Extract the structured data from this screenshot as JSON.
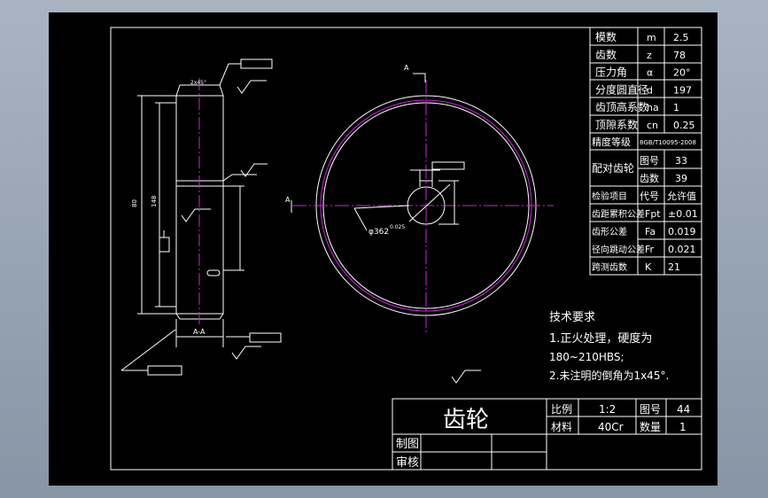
{
  "params": [
    {
      "name": "模数",
      "sym": "m",
      "val": "2.5"
    },
    {
      "name": "齿数",
      "sym": "z",
      "val": "78"
    },
    {
      "name": "压力角",
      "sym": "α",
      "val": "20°"
    },
    {
      "name": "分度圆直径",
      "sym": "d",
      "val": "197"
    },
    {
      "name": "齿顶高系数",
      "sym": "ha",
      "val": "1"
    },
    {
      "name": "顶隙系数",
      "sym": "cn",
      "val": "0.25"
    }
  ],
  "accuracy": {
    "label": "精度等级",
    "val": "8GB/T10095-2008"
  },
  "mating": {
    "label": "配对齿轮",
    "r1_sym": "图号",
    "r1_val": "33",
    "r2_sym": "齿数",
    "r2_val": "39"
  },
  "inspection": {
    "header": {
      "label": "检验项目",
      "sym": "代号",
      "val": "允许值"
    },
    "rows": [
      {
        "label": "齿距累积公差",
        "sym": "Fpt",
        "val": "±0.01"
      },
      {
        "label": "齿形公差",
        "sym": "Fa",
        "val": "0.019"
      },
      {
        "label": "径向跳动公差",
        "sym": "Fr",
        "val": "0.021"
      },
      {
        "label": "跨测齿数",
        "sym": "K",
        "val": "21"
      }
    ]
  },
  "notes": {
    "title": "技术要求",
    "line1": "1.正火处理，硬度为",
    "line2": "180~210HBS;",
    "line3": "2.未注明的倒角为1x45°."
  },
  "title_block": {
    "name": "齿轮",
    "scale_label": "比例",
    "scale": "1:2",
    "drawing_no_label": "图号",
    "drawing_no": "44",
    "material_label": "材料",
    "material": "40Cr",
    "qty_label": "数量",
    "qty": "1",
    "drawn_label": "制图",
    "checked_label": "审核"
  },
  "view_labels": {
    "section": "A-A",
    "arrow_a1": "A",
    "arrow_a2": "A",
    "chamfer": "2x45°",
    "dia": "φ362",
    "dia_tol": "0.025",
    "dim_len": "80",
    "dim_inner": "148"
  },
  "colors": {
    "line": "#ffffff",
    "center": "#d020e0",
    "bg": "#000000"
  }
}
